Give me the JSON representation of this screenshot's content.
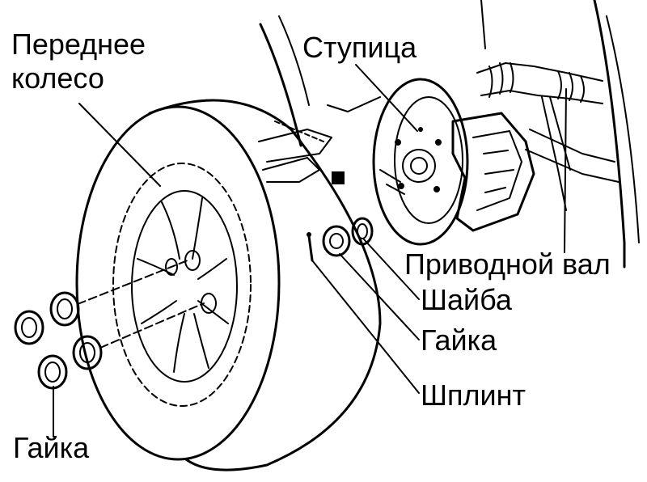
{
  "labels": {
    "front_wheel_line1": "Переднее",
    "front_wheel_line2": "колесо",
    "hub": "Ступица",
    "drive_shaft": "Приводной вал",
    "washer": "Шайба",
    "hub_nut": "Гайка",
    "cotter_pin": "Шплинт",
    "wheel_nut": "Гайка"
  }
}
